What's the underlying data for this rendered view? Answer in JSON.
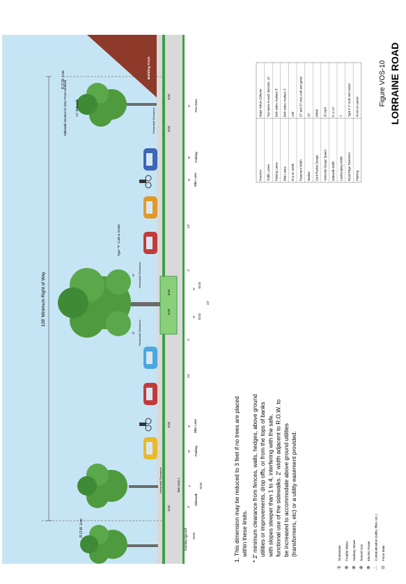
{
  "figure": {
    "number": "Figure VOS-10",
    "title": "LORRAINE ROAD"
  },
  "colors": {
    "sky": "#c6e5f4",
    "building": "#8e3a2a",
    "tree": "#4f9a3e",
    "tree_dark": "#2f6e2b",
    "trunk": "#6b6b6b",
    "ground": "#cfcfcf",
    "median": "#8ad07b",
    "accent_green": "#3f9d48"
  },
  "section": {
    "row_total": "128' Minimum Right of Way",
    "row_line_left": "R.O.W. Line",
    "row_line_right": "R.O.W. Line",
    "building_front": "Building Front",
    "sidewalk_section_note": "Sidewalk Section for Zero Front Setback",
    "sidewalk_14": "14' Sidewalk",
    "curb_gutter": "Type \"F\" Curb & Gutter",
    "existing_ground": "Existing Ground",
    "sidewalk_label": "Sidewalk",
    "slope_note": "See Note 1",
    "horizontal_clearance": "Horizontal Clearance",
    "tree_zone": "Tree Zone",
    "bike_lane": "Bike Lane",
    "parking": "Parking",
    "sod": "SOD",
    "dims": {
      "d_3": "3'",
      "d_7": "7'",
      "d_2": "2'",
      "d_4": "4'",
      "d_5": "5'",
      "d_8": "8'",
      "d_24": "24'",
      "d_6": "6'",
      "d_9": "9'",
      "d_22": "22'",
      "d_002": "0.02",
      "d_004": "0.04"
    }
  },
  "notes": {
    "note_1_a": "1. This dimension may be reduced to 3 feet if no trees are placed",
    "note_1_b": "within these limits.",
    "note_2_lines": [
      "* 2' minimum clearance from fences, walls, hedges, above ground",
      "utilities or improvements, drop offs, or from the tops of banks",
      "with slopes steeper than 1 to 4, interfering with the safe,",
      "functional use of the sidewalks. 2' width adjacent to R.O.W. to",
      "be increased to accommodate above ground utilities",
      "(transformers, etc) or a utility easement provided."
    ]
  },
  "legend": [
    {
      "symbol": "①",
      "label": "Stormwater"
    },
    {
      "symbol": "⊕",
      "label": "Potable Water"
    },
    {
      "symbol": "⊕",
      "label": "Sanitary Sewer"
    },
    {
      "symbol": "⊕",
      "label": "Natural Gas"
    },
    {
      "symbol": "⊕",
      "label": "Electric Power"
    },
    {
      "symbol": "∴",
      "label": "Communication (cable, fiber, etc.)"
    },
    {
      "symbol": "⊙",
      "label": "Force Main"
    }
  ],
  "spec_table": [
    {
      "item": "Function",
      "value": "Major Urban Collector"
    },
    {
      "item": "Traffic Lanes",
      "value": "Two lanes in each direction, 12'"
    },
    {
      "item": "Parking Lanes",
      "value": "Both sides, marked, 8'"
    },
    {
      "item": "Bike Lanes",
      "value": "Both sides, marked, 5'"
    },
    {
      "item": "R.O.W. Width",
      "value": "128'"
    },
    {
      "item": "Pavement Width",
      "value": "37' and 37' plus curb and gutter"
    },
    {
      "item": "Median",
      "value": "22'"
    },
    {
      "item": "Curb Radius Design",
      "value": "WB40"
    },
    {
      "item": "Vehicular Design Speed",
      "value": "35 mph"
    },
    {
      "item": "Sidewalk Width",
      "value": "5' or 14'"
    },
    {
      "item": "Landscaping Width",
      "value": "7'"
    },
    {
      "item": "Road Edge Treatment",
      "value": "Type F 2' Curb and Gutter"
    },
    {
      "item": "Planting",
      "value": "40-60 on center"
    }
  ]
}
